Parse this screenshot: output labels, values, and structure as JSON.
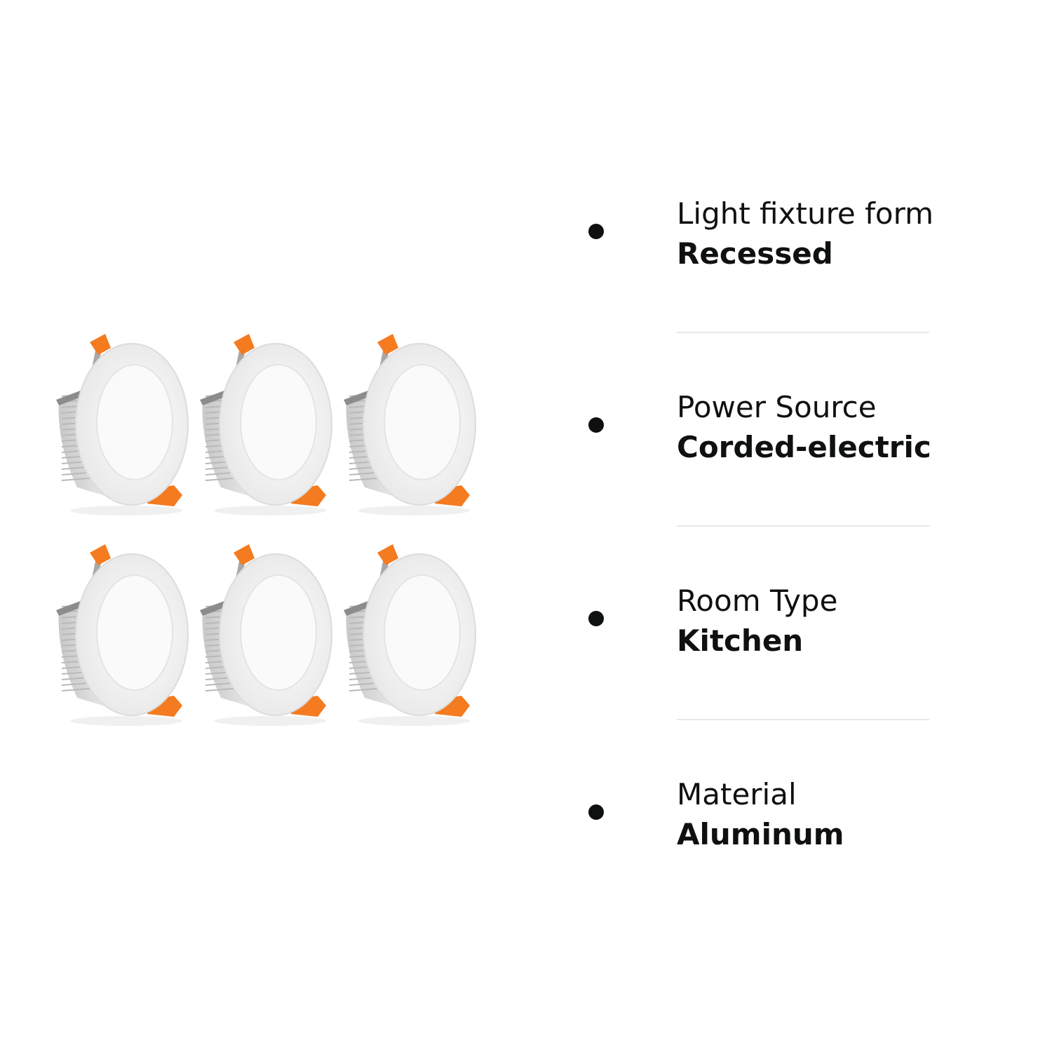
{
  "product_image": {
    "item_count": 6,
    "icon": "recessed-downlight-icon",
    "colors": {
      "trim": "#ffffff",
      "lens": "#fafafa",
      "heatsink": "#d8d8d8",
      "spring_clip": "#f47b20",
      "spring_steel": "#8c8c8c"
    }
  },
  "specs": [
    {
      "label": "Light fixture form",
      "value": "Recessed"
    },
    {
      "label": "Power Source",
      "value": "Corded-electric"
    },
    {
      "label": "Room Type",
      "value": "Kitchen"
    },
    {
      "label": "Material",
      "value": "Aluminum"
    }
  ]
}
